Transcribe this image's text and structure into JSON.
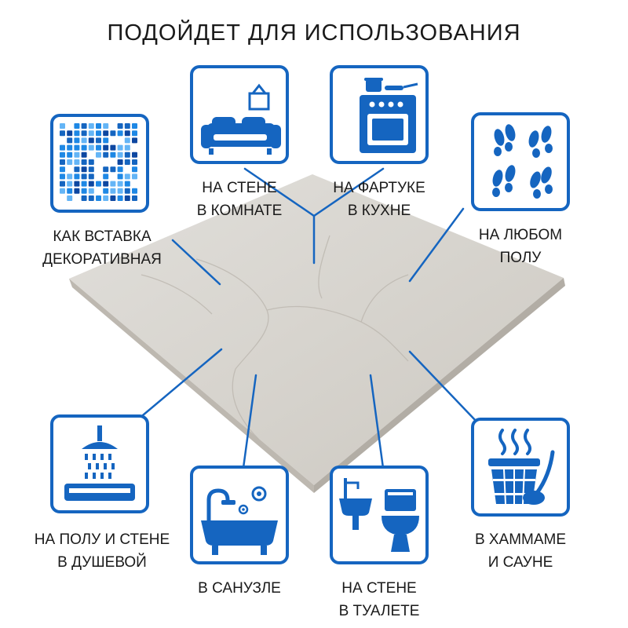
{
  "title": "ПОДОЙДЕТ ДЛЯ ИСПОЛЬЗОВАНИЯ",
  "colors": {
    "accent": "#1565c0",
    "tile": "#d9d6d0",
    "tile_edge": "#c3bfb8",
    "text": "#1a1a1a"
  },
  "items": [
    {
      "icon": "mosaic-icon",
      "caption": "КАК ВСТАВКА\nДЕКОРАТИВНАЯ"
    },
    {
      "icon": "sofa-icon",
      "caption": "НА СТЕНЕ\nВ КОМНАТЕ"
    },
    {
      "icon": "stove-icon",
      "caption": "НА ФАРТУКЕ\nВ КУХНЕ"
    },
    {
      "icon": "footprints-icon",
      "caption": "НА ЛЮБОМ\nПОЛУ"
    },
    {
      "icon": "shower-icon",
      "caption": "НА ПОЛУ И СТЕНЕ\nВ ДУШЕВОЙ"
    },
    {
      "icon": "bathtub-icon",
      "caption": "В САНУЗЛЕ"
    },
    {
      "icon": "toilet-icon",
      "caption": "НА СТЕНЕ\nВ ТУАЛЕТЕ"
    },
    {
      "icon": "sauna-icon",
      "caption": "В ХАММАМЕ\nИ САУНЕ"
    }
  ]
}
